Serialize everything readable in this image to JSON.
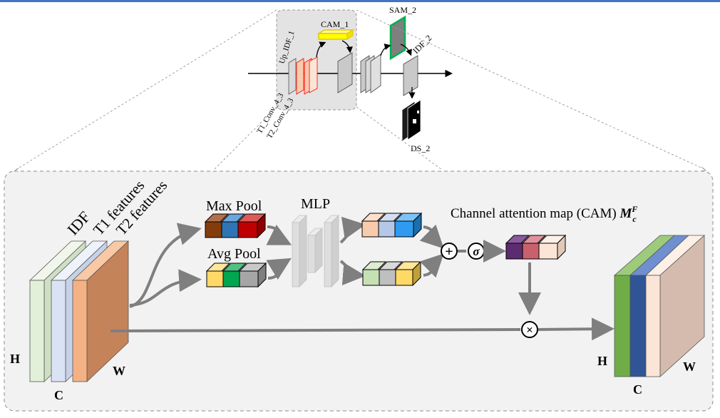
{
  "labels": {
    "cam1": "CAM_1",
    "sam2": "SAM_2",
    "up_idf1": "Up_IDF_1",
    "idf2": "IDF_2",
    "t1conv": "T1_Conv_4_3",
    "t2conv": "T2_Conv_4_3",
    "ds2": "DS_2",
    "idf": "IDF",
    "t1_features": "T1 features",
    "t2_features": "T2 features",
    "max_pool": "Max Pool",
    "avg_pool": "Avg Pool",
    "mlp": "MLP",
    "cam_title": "Channel attention map (CAM) ",
    "cam_sym": "M",
    "cam_sup": "F",
    "cam_sub": "c",
    "h_left": "H",
    "c_left": "C",
    "w_left": "W",
    "h_right": "H",
    "c_right": "C",
    "w_right": "W",
    "plus": "+",
    "sigma": "σ",
    "times": "×"
  },
  "colors": {
    "idf_layer": "#e2efd9",
    "t1_layer": "#dae3f3",
    "t2_layer": "#f4b183",
    "max_pool": [
      "#843c0c",
      "#2e75b6",
      "#c00000"
    ],
    "avg_pool": [
      "#ffd966",
      "#00a650",
      "#a6a6a6"
    ],
    "mlp_out_top": [
      "#f8cbad",
      "#b4c7e7",
      "#2e9bf0"
    ],
    "mlp_out_bottom": [
      "#c5e0b4",
      "#bfbfbf",
      "#ffd966"
    ],
    "cam": [
      "#5b2c6f",
      "#c9606e",
      "#fbe5d6"
    ],
    "out_layers": [
      "#70ad47",
      "#2f5597",
      "#fbe5d6"
    ],
    "panel_bg": "#f2f2f2",
    "arrow": "#7f7f7f",
    "sam": "#00b050",
    "cam1_box": "#ffff00"
  }
}
